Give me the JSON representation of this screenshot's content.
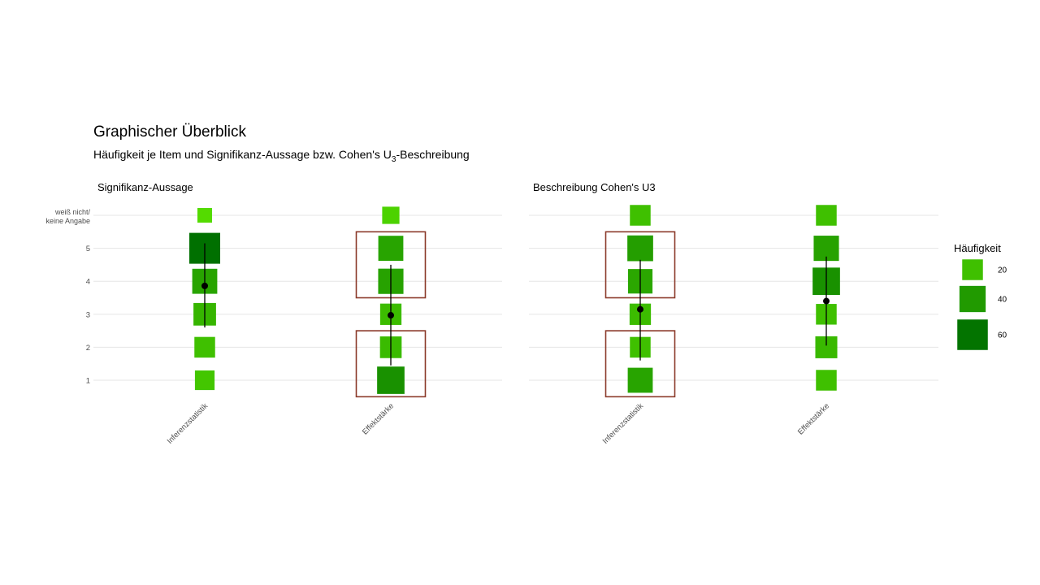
{
  "chart_data": {
    "type": "bubble-square",
    "title": "Graphischer Überblick",
    "subtitle": {
      "prefix": "Häufigkeit je Item und Signifikanz-Aussage bzw. Cohen's  U",
      "sub": "3",
      "suffix": "-Beschreibung"
    },
    "y_categories": [
      "1",
      "2",
      "3",
      "4",
      "5",
      "weiß nicht/ keine Angabe"
    ],
    "y_labels": {
      "1": "1",
      "2": "2",
      "3": "3",
      "4": "4",
      "5": "5",
      "dk_line1": "weiß nicht/",
      "dk_line2": "keine Angabe"
    },
    "x_categories": [
      "Inferenzstatistik",
      "Effektstärke"
    ],
    "panels": [
      {
        "title": "Signifikanz-Aussage",
        "items": [
          {
            "name": "Inferenzstatistik",
            "counts": {
              "1": 17,
              "2": 20,
              "3": 26,
              "4": 35,
              "5": 62,
              "dk": 6
            },
            "mean": 3.86,
            "range": [
              2.6,
              5.15
            ]
          },
          {
            "name": "Effektstärke",
            "counts": {
              "1": 45,
              "2": 23,
              "3": 22,
              "4": 36,
              "5": 35,
              "dk": 11
            },
            "mean": 2.97,
            "range": [
              1.45,
              4.5
            ]
          }
        ],
        "highlight_boxes": [
          [
            3.5,
            5.5,
            1
          ],
          [
            0.5,
            2.5,
            1
          ]
        ]
      },
      {
        "title": "Beschreibung Cohen's U3",
        "items": [
          {
            "name": "Inferenzstatistik",
            "counts": {
              "1": 35,
              "2": 20,
              "3": 22,
              "4": 33,
              "5": 38,
              "dk": 20
            },
            "mean": 3.15,
            "range": [
              1.6,
              4.65
            ]
          },
          {
            "name": "Effektstärke",
            "counts": {
              "1": 20,
              "2": 24,
              "3": 20,
              "4": 45,
              "5": 36,
              "dk": 20
            },
            "mean": 3.4,
            "range": [
              2.05,
              4.75
            ]
          }
        ],
        "highlight_boxes": [
          [
            3.5,
            5.5,
            0
          ],
          [
            0.5,
            2.5,
            0
          ]
        ]
      }
    ],
    "legend": {
      "title": "Häufigkeit",
      "entries": [
        {
          "label": "20",
          "value": 20
        },
        {
          "label": "40",
          "value": 40
        },
        {
          "label": "60",
          "value": 60
        }
      ],
      "position": "right"
    },
    "colors": {
      "low": "#55dd00",
      "high": "#007000",
      "box_outline": "#8b3a2a",
      "grid": "#e6e6e6",
      "mean_point": "#000000",
      "axis_text": "#4d4d4d"
    },
    "grid": true
  }
}
